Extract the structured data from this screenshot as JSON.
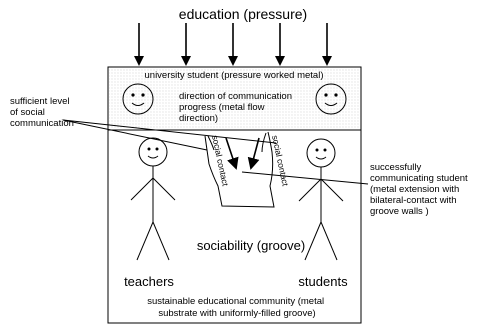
{
  "title": "education (pressure)",
  "top_band": "university student (pressure worked metal)",
  "left_note": [
    "sufficient level",
    "of social",
    "communication"
  ],
  "direction_note": [
    "direction of communication",
    "progress (metal flow",
    "direction)"
  ],
  "social_contact_left": "social contact",
  "social_contact_right": "social contact",
  "right_note": [
    "successfully",
    "communicating student",
    "(metal extension with",
    "bilateral-contact with",
    "groove walls )"
  ],
  "groove_label": "sociability (groove)",
  "teachers_label": "teachers",
  "students_label": "students",
  "bottom_note": [
    "sustainable educational community (metal",
    "substrate with uniformly-filled groove)"
  ]
}
